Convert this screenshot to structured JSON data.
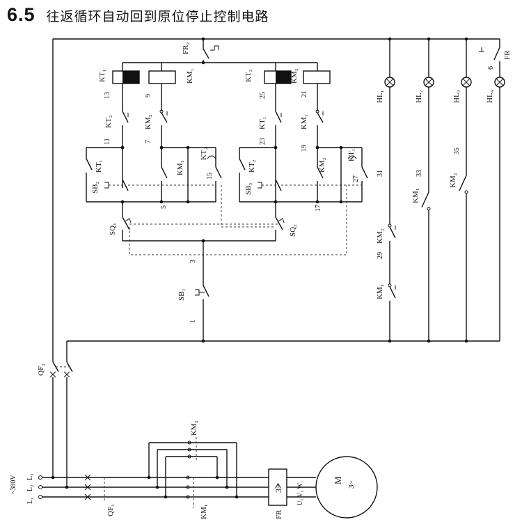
{
  "title": {
    "number": "6.5",
    "text": "往返循环自动回到原位停止控制电路"
  },
  "labels": {
    "FR2": "FR₂",
    "KT1": "KT₁",
    "KT2": "KT₂",
    "KM1": "KM₁",
    "KM2": "KM₂",
    "SB1": "SB₁",
    "SB2": "SB₂",
    "SB3": "SB₃",
    "SQ1": "SQ₁",
    "SQ2": "SQ₂",
    "HL1": "HL₁",
    "HL2": "HL₂",
    "HL3": "HL₃",
    "HL4": "HL₄",
    "FR": "FR",
    "QF1": "QF₁",
    "QF2": "QF₂",
    "supply": "~380V",
    "L1": "L₁",
    "L2": "L₂",
    "L3": "L₃",
    "motor": "M",
    "motor_sub": "3~",
    "UVW": "U₁ V₁ W₁",
    "fr_element": "3ᗒ"
  },
  "nodes": {
    "n1": "1",
    "n3": "3",
    "n5": "5",
    "n6": "6",
    "n7": "7",
    "n9": "9",
    "n11": "11",
    "n13": "13",
    "n15": "15",
    "n17": "17",
    "n19": "19",
    "n21": "21",
    "n23": "23",
    "n25": "25",
    "n27": "27",
    "n29": "29",
    "n31": "31",
    "n33": "33",
    "n35": "35"
  }
}
